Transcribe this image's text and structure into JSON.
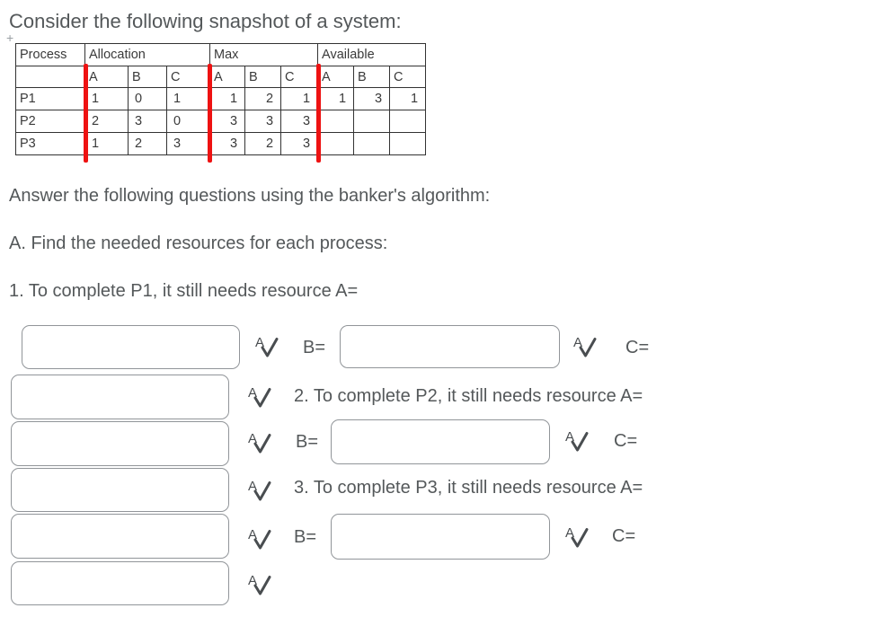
{
  "page": {
    "title": "Consider the following snapshot of a system:",
    "instructions": "Answer the following questions using the banker's algorithm:",
    "part_a_heading": "A. Find the needed resources for each process:",
    "questions": {
      "q1": "1. To complete P1, it still needs resource A=",
      "q2": "2. To complete P2, it still needs resource A=",
      "q3": "3. To complete P3, it still needs resource A="
    },
    "labels": {
      "b_equals": "B=",
      "c_equals": "C="
    },
    "table_handle_glyph": "+"
  },
  "table": {
    "col_groups": [
      "Process",
      "Allocation",
      "Max",
      "Available"
    ],
    "resource_headers": [
      "A",
      "B",
      "C"
    ],
    "rows": [
      {
        "process": "P1",
        "allocation": [
          "1",
          "0",
          "1"
        ],
        "max": [
          "1",
          "2",
          "1"
        ],
        "available": [
          "1",
          "3",
          "1"
        ]
      },
      {
        "process": "P2",
        "allocation": [
          "2",
          "3",
          "0"
        ],
        "max": [
          "3",
          "3",
          "3"
        ],
        "available": [
          "",
          "",
          ""
        ]
      },
      {
        "process": "P3",
        "allocation": [
          "1",
          "2",
          "3"
        ],
        "max": [
          "3",
          "2",
          "3"
        ],
        "available": [
          "",
          "",
          ""
        ]
      }
    ]
  },
  "blanks": {
    "value": "",
    "placeholder": ""
  },
  "icons": {
    "spellcheck": "spellcheck-icon"
  },
  "colors": {
    "body_text": "#54585a",
    "table_text": "#3a3a3a",
    "table_border": "#333333",
    "input_border": "#919599",
    "red_marker": "#ee1212",
    "icon_color": "#494d50"
  }
}
